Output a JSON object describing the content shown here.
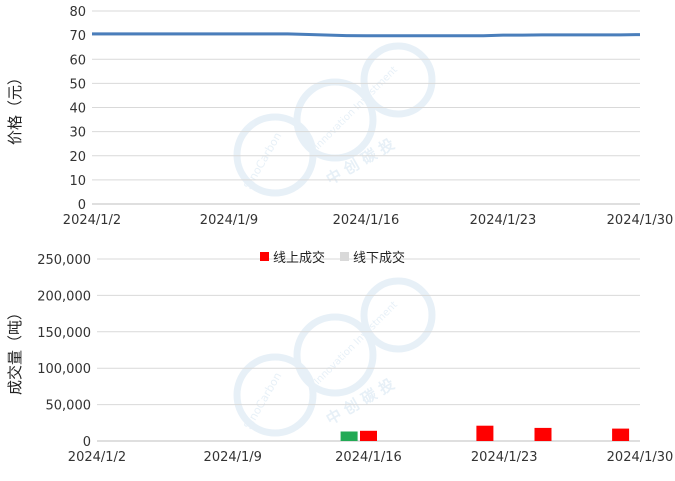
{
  "colors": {
    "price_line": "#4a7ebb",
    "online": "#ff0000",
    "offline": "#d9d9d9",
    "highlight": "#22aa55",
    "grid": "#d9d9d9",
    "axis": "#bfbfbf"
  },
  "watermark": {
    "brand": "SinoCarbon",
    "tagline": "Innovation Investment",
    "cn": "中 创 碳 投"
  },
  "chart_data": [
    {
      "type": "line",
      "ylabel": "价格（元）",
      "xlabel": "",
      "ylim": [
        0,
        80
      ],
      "yticks": [
        "0",
        "10",
        "20",
        "30",
        "40",
        "50",
        "60",
        "70",
        "80"
      ],
      "xtick_labels": [
        "2024/1/2",
        "2024/1/9",
        "2024/1/16",
        "2024/1/23",
        "2024/1/30"
      ],
      "x_range": [
        "2024-01-02",
        "2024-01-30"
      ],
      "grid": true,
      "series": [
        {
          "x": [
            "2024-01-02",
            "2024-01-03",
            "2024-01-04",
            "2024-01-05",
            "2024-01-08",
            "2024-01-09",
            "2024-01-10",
            "2024-01-11",
            "2024-01-12",
            "2024-01-15",
            "2024-01-16",
            "2024-01-17",
            "2024-01-18",
            "2024-01-19",
            "2024-01-22",
            "2024-01-23",
            "2024-01-24",
            "2024-01-25",
            "2024-01-26",
            "2024-01-29",
            "2024-01-30"
          ],
          "values": [
            70.5,
            70.5,
            70.5,
            70.5,
            70.5,
            70.5,
            70.5,
            70.5,
            70.5,
            69.8,
            69.7,
            69.7,
            69.7,
            69.7,
            69.7,
            70.0,
            70.0,
            70.1,
            70.1,
            70.1,
            70.2
          ]
        }
      ]
    },
    {
      "type": "bar",
      "ylabel": "成交量（吨）",
      "xlabel": "",
      "ylim": [
        0,
        250000
      ],
      "yticks": [
        "0",
        "50,000",
        "100,000",
        "150,000",
        "200,000",
        "250,000"
      ],
      "xtick_labels": [
        "2024/1/2",
        "2024/1/9",
        "2024/1/16",
        "2024/1/23",
        "2024/1/30"
      ],
      "x_range": [
        "2024-01-02",
        "2024-01-30"
      ],
      "legend_position": "top-center",
      "grid": true,
      "series": [
        {
          "name": "线上成交",
          "x": [
            "2024-01-15",
            "2024-01-16",
            "2024-01-22",
            "2024-01-25",
            "2024-01-29"
          ],
          "values": [
            13000,
            14000,
            21000,
            18000,
            17000
          ],
          "bar_colors": [
            "#22aa55",
            "#ff0000",
            "#ff0000",
            "#ff0000",
            "#ff0000"
          ]
        },
        {
          "name": "线下成交",
          "x": [],
          "values": []
        }
      ]
    }
  ]
}
